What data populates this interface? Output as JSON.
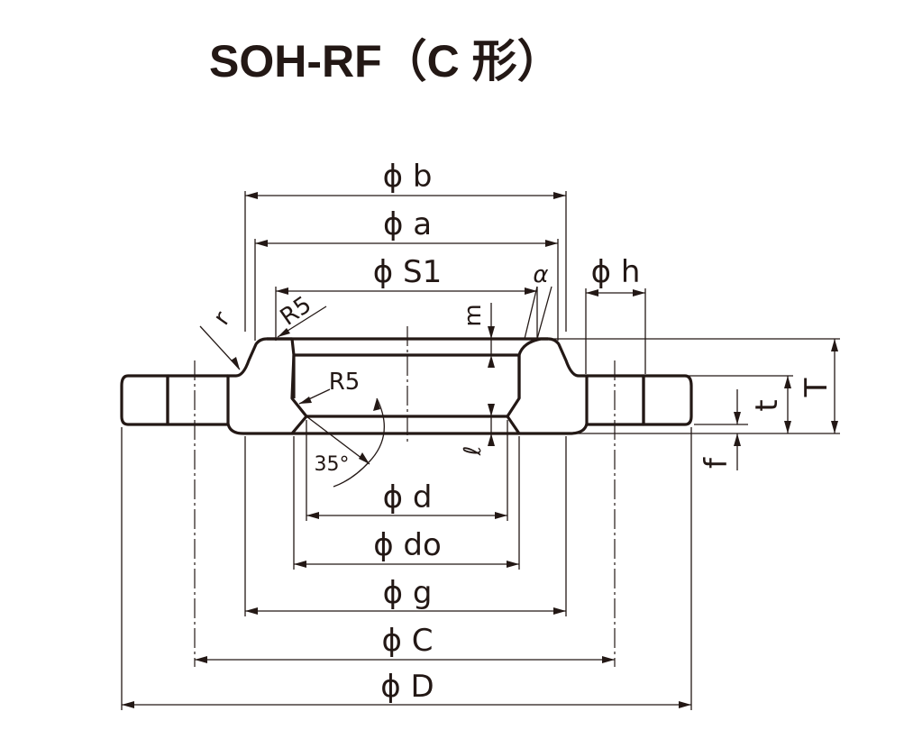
{
  "title": "SOH-RF（C 形）",
  "colors": {
    "ink": "#231815",
    "background": "#ffffff"
  },
  "dimensions": {
    "b": "ϕ b",
    "a": "ϕ a",
    "S1": "ϕ S1",
    "h": "ϕ h",
    "d": "ϕ d",
    "do": "ϕ do",
    "g": "ϕ g",
    "C": "ϕ C",
    "D": "ϕ D",
    "T": "T",
    "t": "t",
    "f": "f",
    "m": "m",
    "l": "ℓ",
    "r": "r",
    "alpha": "α",
    "r5_top": "R5",
    "r5_inner": "R5",
    "angle": "35°"
  }
}
